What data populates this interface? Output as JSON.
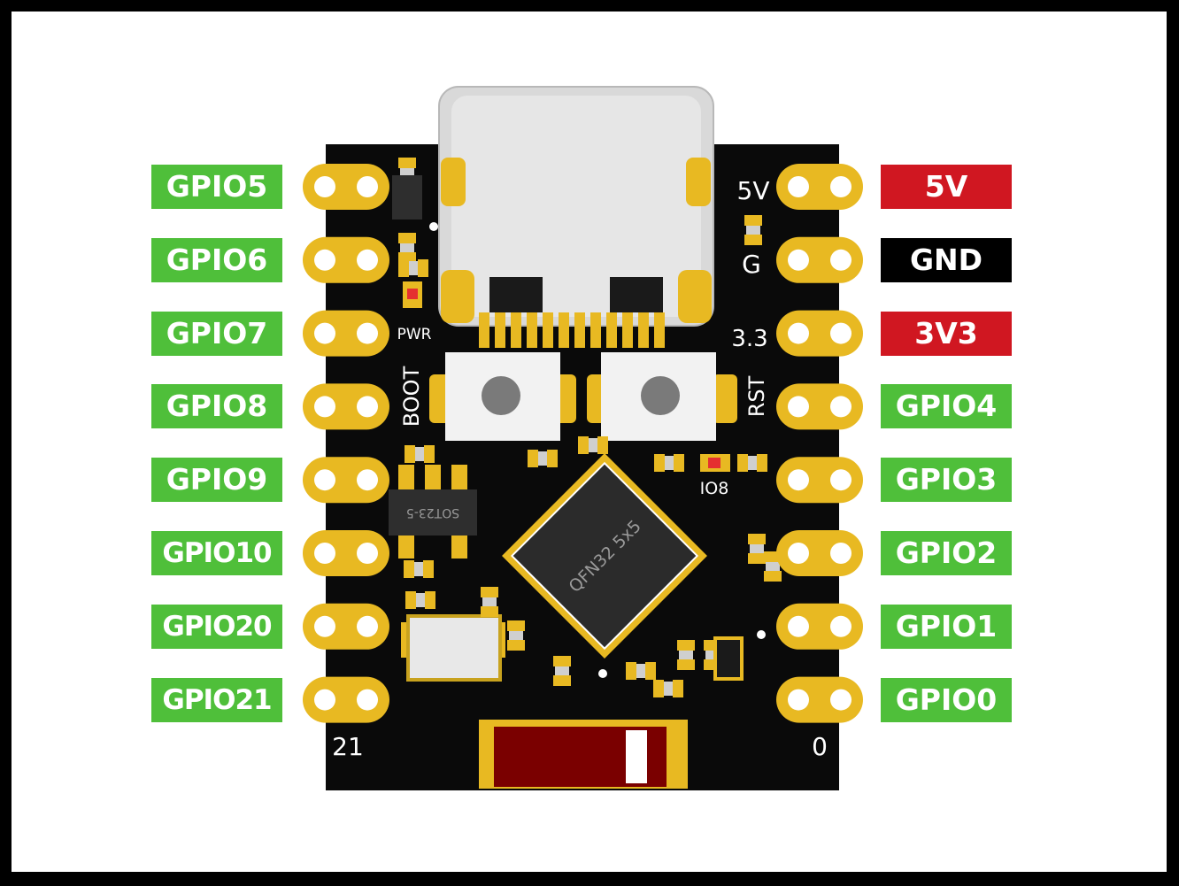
{
  "left_pins": [
    {
      "label": "GPIO5",
      "color": "#4fbf3a"
    },
    {
      "label": "GPIO6",
      "color": "#4fbf3a"
    },
    {
      "label": "GPIO7",
      "color": "#4fbf3a"
    },
    {
      "label": "GPIO8",
      "color": "#4fbf3a"
    },
    {
      "label": "GPIO9",
      "color": "#4fbf3a"
    },
    {
      "label": "GPIO10",
      "color": "#4fbf3a"
    },
    {
      "label": "GPIO20",
      "color": "#4fbf3a"
    },
    {
      "label": "GPIO21",
      "color": "#4fbf3a"
    }
  ],
  "right_pins": [
    {
      "label": "5V",
      "color": "#d01721"
    },
    {
      "label": "GND",
      "color": "#000000"
    },
    {
      "label": "3V3",
      "color": "#d01721"
    },
    {
      "label": "GPIO4",
      "color": "#4fbf3a"
    },
    {
      "label": "GPIO3",
      "color": "#4fbf3a"
    },
    {
      "label": "GPIO2",
      "color": "#4fbf3a"
    },
    {
      "label": "GPIO1",
      "color": "#4fbf3a"
    },
    {
      "label": "GPIO0",
      "color": "#4fbf3a"
    }
  ],
  "silkscreen": {
    "five_v": "5V",
    "gnd": "G",
    "three_three": "3.3",
    "pwr": "PWR",
    "boot": "BOOT",
    "rst": "RST",
    "io8": "IO8",
    "sot23": "SOT23-5",
    "chip": "QFN32 5x5",
    "pin_21": "21",
    "pin_0": "0"
  },
  "colors": {
    "board": "#0a0a0a",
    "pad_gold": "#e8b922",
    "antenna": "#7a0000"
  }
}
